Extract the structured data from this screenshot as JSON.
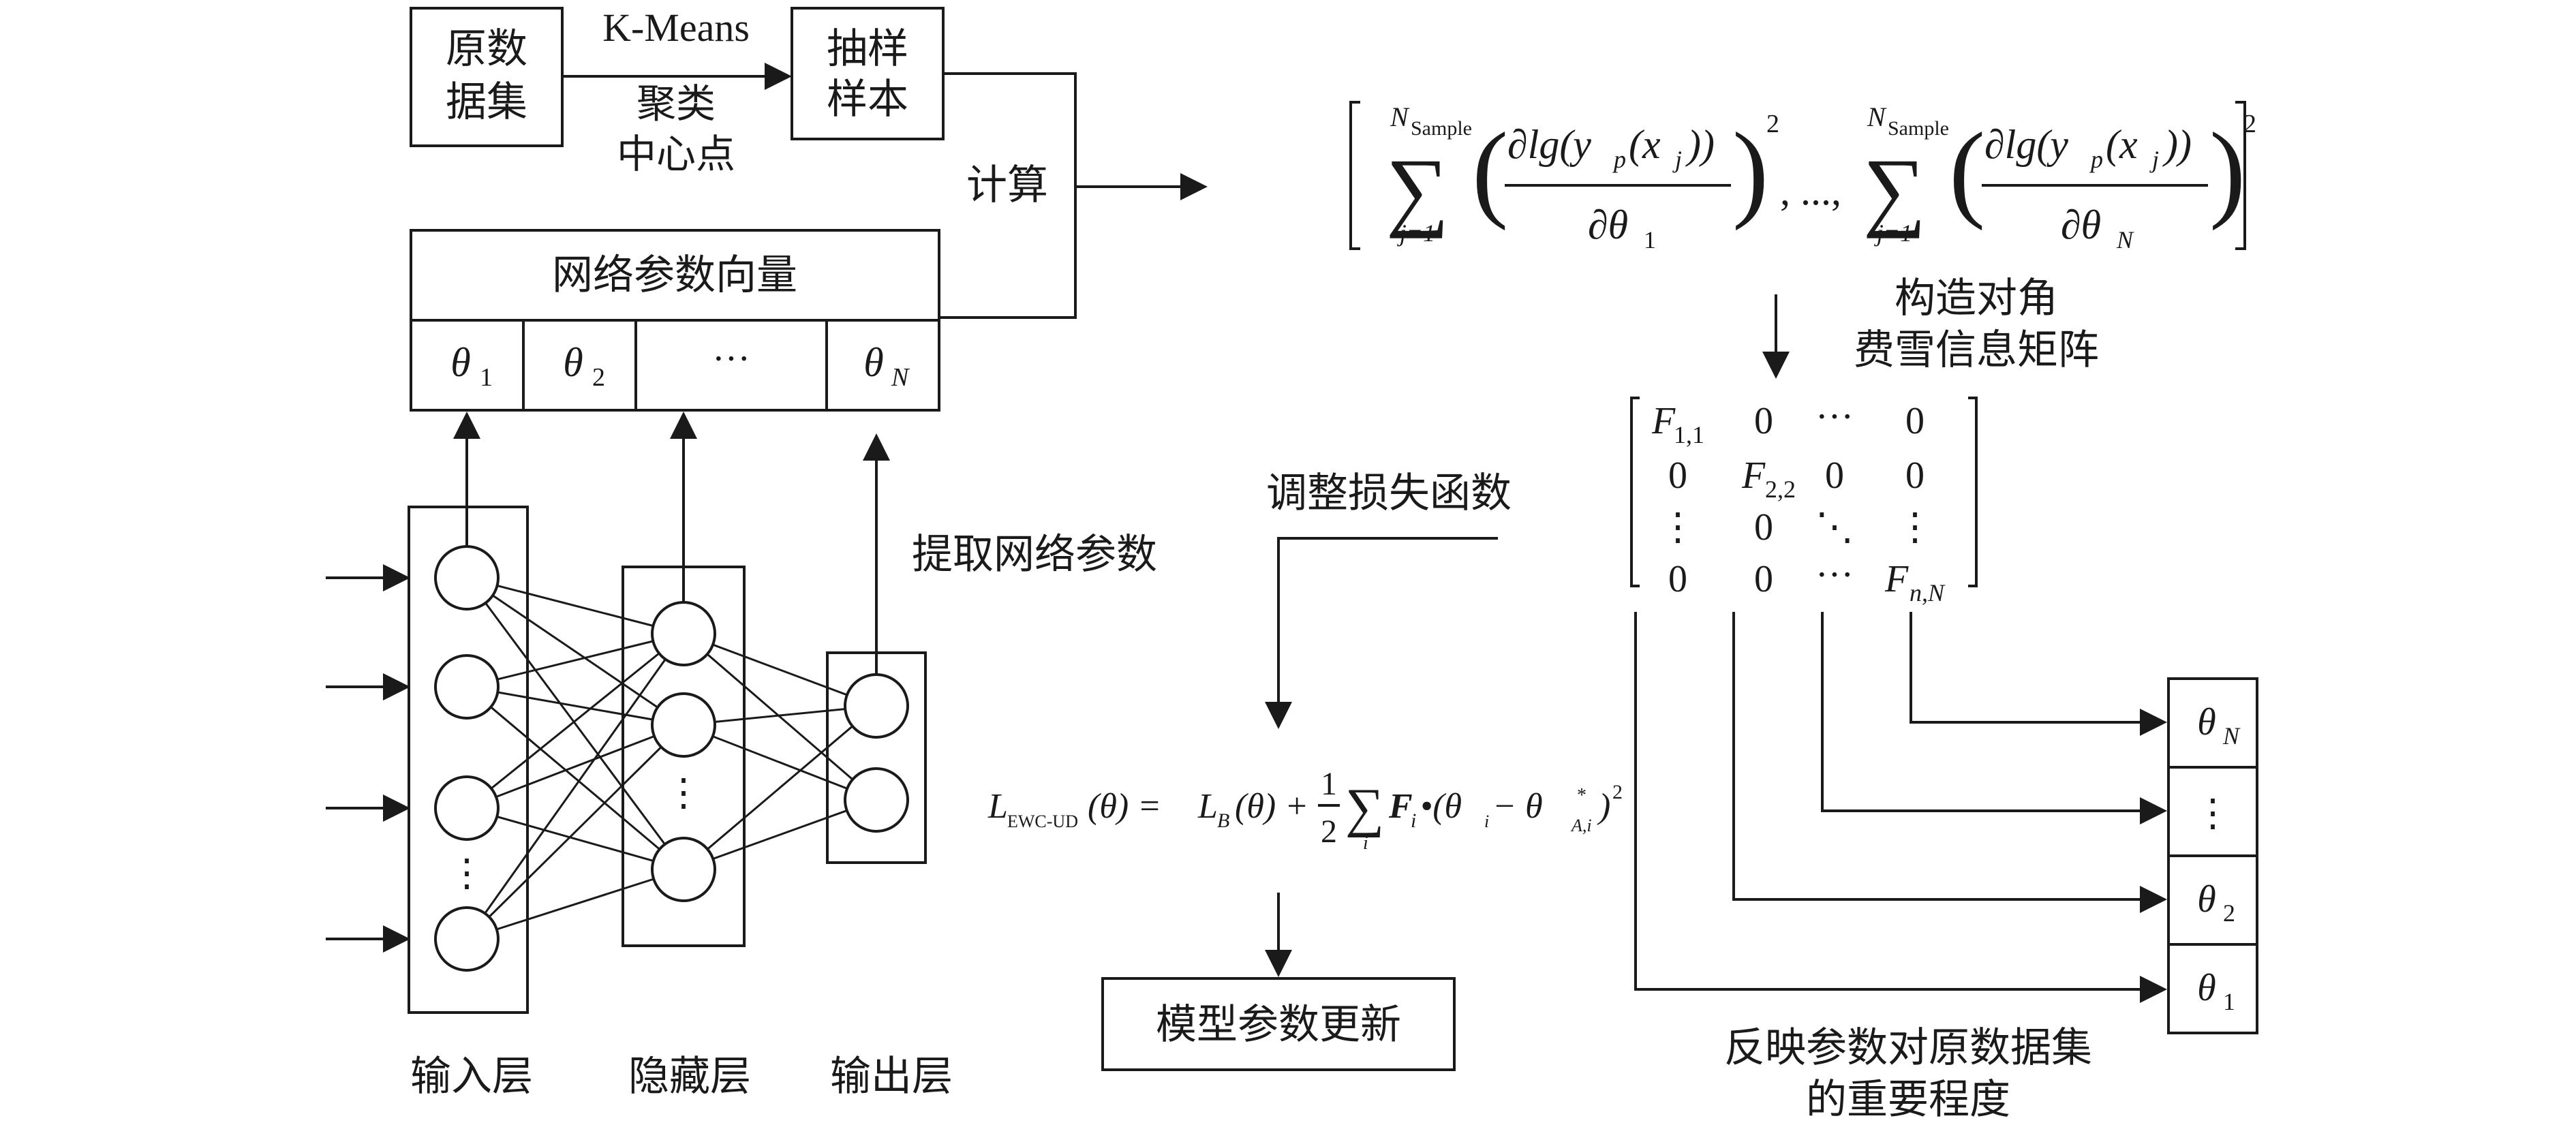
{
  "top": {
    "raw_dataset": [
      "原数",
      "据集"
    ],
    "kmeans": "K-Means",
    "cluster_center": [
      "聚类",
      "中心点"
    ],
    "sample": [
      "抽样",
      "样本"
    ],
    "compute": "计算"
  },
  "param_vector": {
    "title": "网络参数向量",
    "cells": [
      "θ",
      "θ",
      "···",
      "θ"
    ],
    "subs": [
      "1",
      "2",
      "",
      "N"
    ]
  },
  "network": {
    "extract": "提取网络参数",
    "layers": [
      "输入层",
      "隐藏层",
      "输出层"
    ]
  },
  "formula_top": {
    "sum_upper": "N",
    "sum_upper_sub": "Sample",
    "sum_lower": "j=1",
    "numer": "∂lg(y",
    "numer_sub": "p",
    "numer_rest": "(x",
    "numer_sub2": "j",
    "numer_end": "))",
    "denom": "∂θ",
    "denom_sub1": "1",
    "denom_subN": "N",
    "power": "2",
    "sep": ", ...,"
  },
  "construct": [
    "构造对角",
    "费雪信息矩阵"
  ],
  "matrix": {
    "rows": [
      [
        "F",
        "0",
        "···",
        "0"
      ],
      [
        "0",
        "F",
        "0",
        "0"
      ],
      [
        "⋮",
        "0",
        "⋱",
        "⋮"
      ],
      [
        "0",
        "0",
        "···",
        "F"
      ]
    ],
    "subs": [
      "1,1",
      "2,2",
      "n,N"
    ]
  },
  "adjust_loss": "调整损失函数",
  "loss": {
    "lhs": "L",
    "lhs_sub": "EWC-UD",
    "lhs_arg": "(θ) = ",
    "lb": "L",
    "lb_sub": "B",
    "lb_arg": "(θ) + ",
    "half_num": "1",
    "half_den": "2",
    "sum": "∑",
    "sum_sub": "i",
    "F": "F",
    "F_sub": "i",
    "dot": "•(θ",
    "th_sub": "i",
    "minus": " − θ",
    "star": "*",
    "star_sub": "A,i",
    "close": ")",
    "sq": "2"
  },
  "update": "模型参数更新",
  "output_vector": {
    "cells": [
      "θ",
      "⋮",
      "θ",
      "θ"
    ],
    "subs": [
      "N",
      "",
      "2",
      "1"
    ]
  },
  "reflect": [
    "反映参数对原数据集",
    "的重要程度"
  ]
}
